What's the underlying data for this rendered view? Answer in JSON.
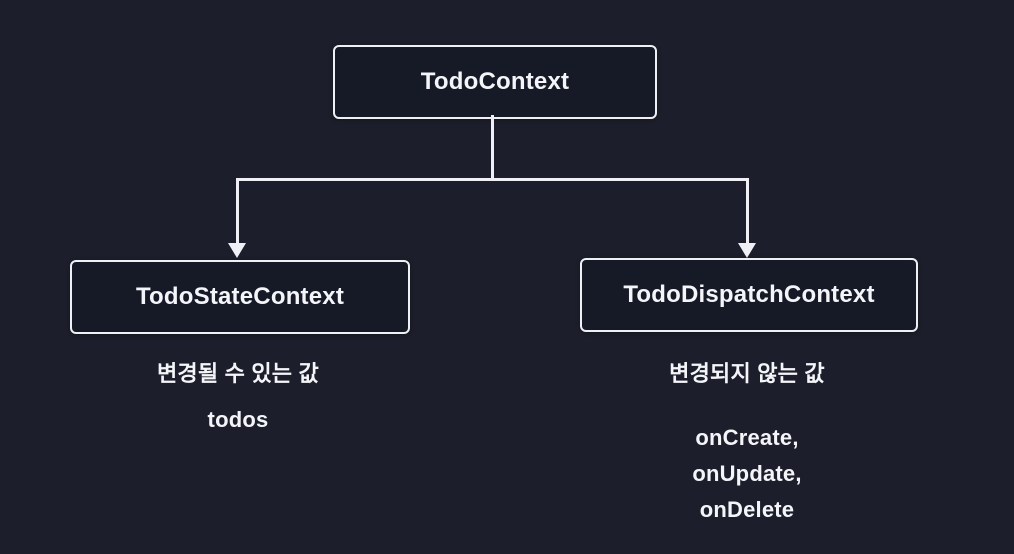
{
  "colors": {
    "background": "#1c1f2b",
    "box_fill": "#161926",
    "stroke": "#eef0f5",
    "text": "#f3f5f9"
  },
  "diagram": {
    "root": {
      "label": "TodoContext"
    },
    "children": [
      {
        "label": "TodoStateContext",
        "caption": "변경될 수 있는 값",
        "items": [
          "todos"
        ]
      },
      {
        "label": "TodoDispatchContext",
        "caption": "변경되지 않는 값",
        "items": [
          "onCreate,",
          "onUpdate,",
          "onDelete"
        ]
      }
    ]
  }
}
